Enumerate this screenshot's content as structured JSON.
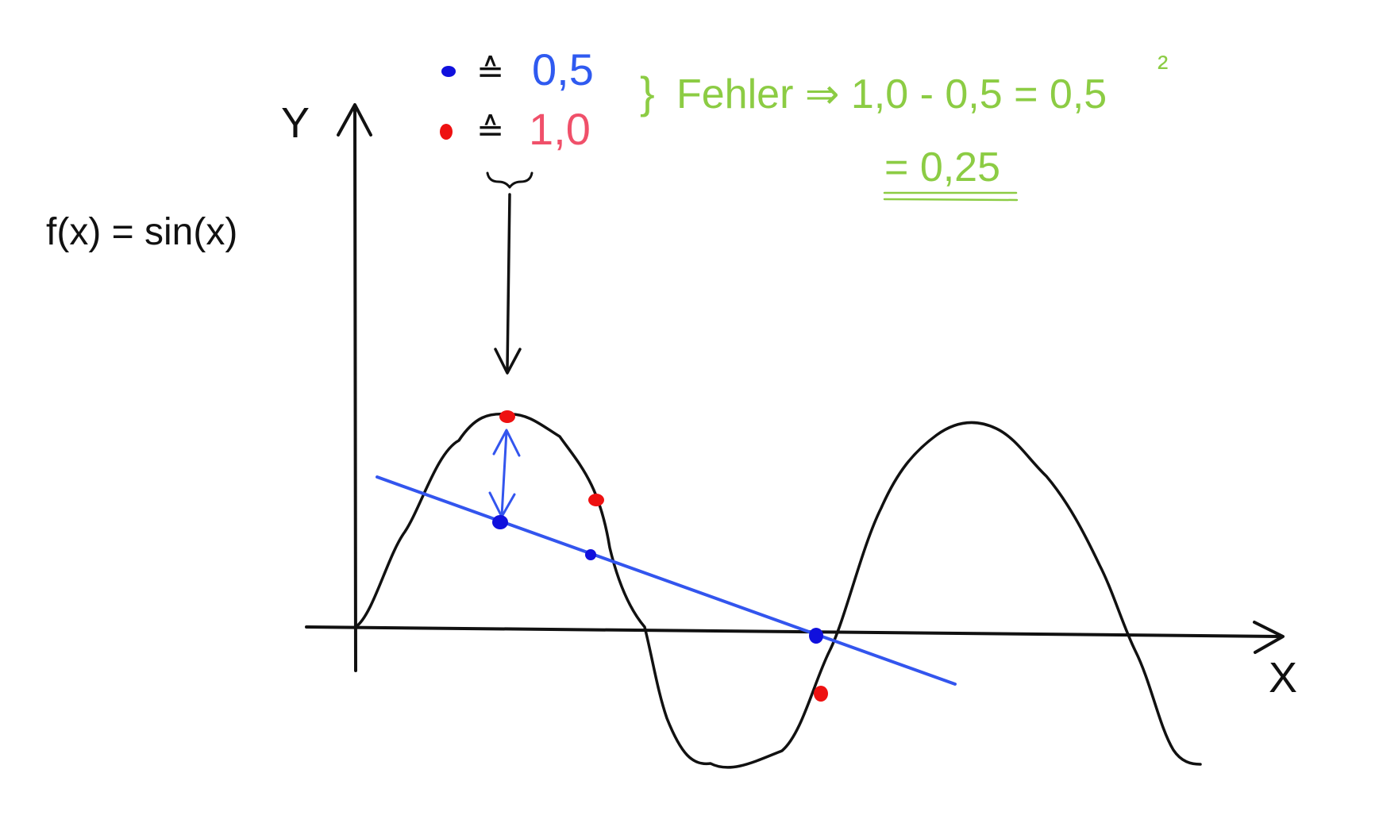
{
  "function_label": "f(x) = sin(x)",
  "axes": {
    "y_label": "Y",
    "x_label": "X"
  },
  "legend": {
    "blue": {
      "symbol": "≙",
      "value": "0,5"
    },
    "red": {
      "symbol": "≙",
      "value": "1,0"
    }
  },
  "error_annotation": {
    "brace": "}",
    "line1": "Fehler ⇒ 1,0 - 0,5 = 0,5",
    "exponent": "²",
    "line2": "= 0,25"
  },
  "colors": {
    "ink": "#111111",
    "blue_line": "#3355ee",
    "blue_point": "#1010dd",
    "blue_text": "#2f5af0",
    "red_point": "#ee1111",
    "red_text": "#f0506a",
    "green_text": "#8ccc44"
  }
}
